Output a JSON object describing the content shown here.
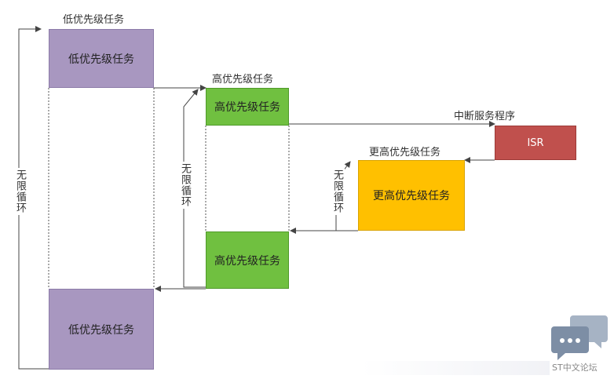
{
  "labels": {
    "low_priority_top": "低优先级任务",
    "high_priority_top": "高优先级任务",
    "isr_top": "中断服务程序",
    "higher_priority_top": "更高优先级任务"
  },
  "boxes": {
    "low_task_1": "低优先级任务",
    "low_task_2": "低优先级任务",
    "high_task_1": "高优先级任务",
    "high_task_2": "高优先级任务",
    "higher_task": "更高优先级任务",
    "isr": "ISR"
  },
  "loops": {
    "outer": "无限循环",
    "middle": "无限循环",
    "inner": "无限循环"
  },
  "watermark": {
    "text": "ST中文论坛"
  },
  "colors": {
    "low": "#a897c0",
    "high": "#70c040",
    "higher": "#ffc000",
    "isr": "#c0504d"
  }
}
